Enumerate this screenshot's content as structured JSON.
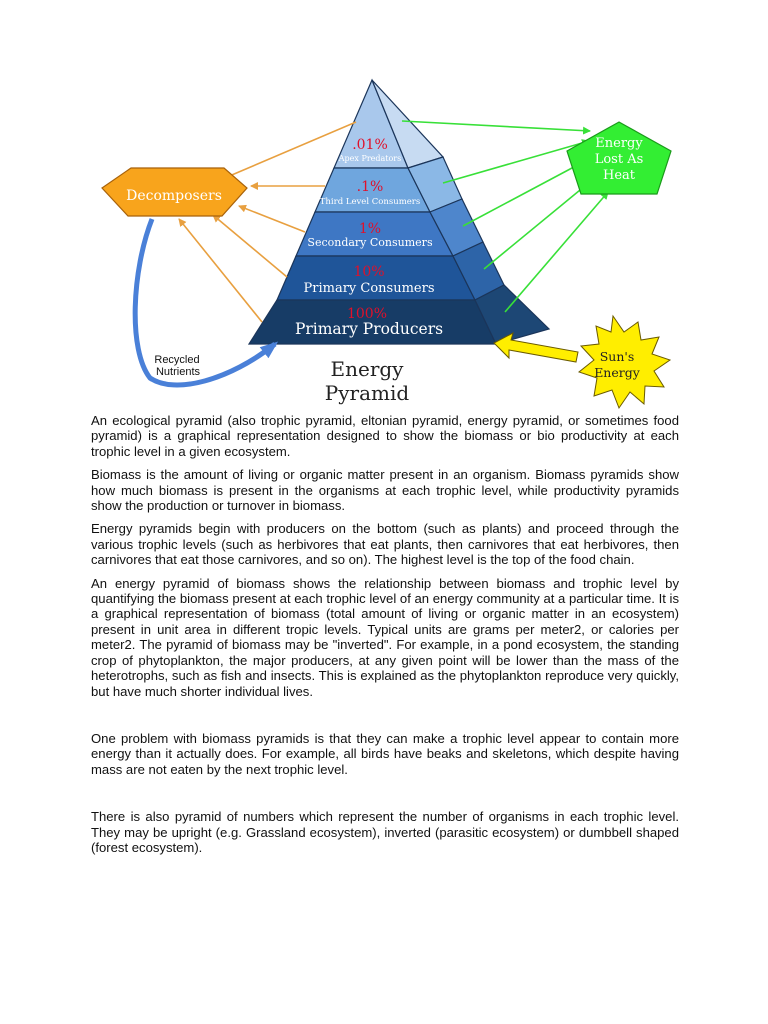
{
  "diagram": {
    "title_line1": "Energy",
    "title_line2": "Pyramid",
    "decomposers": "Decomposers",
    "heat_line1": "Energy",
    "heat_line2": "Lost As",
    "heat_line3": "Heat",
    "sun_line1": "Sun's",
    "sun_line2": "Energy",
    "recycled_line1": "Recycled",
    "recycled_line2": "Nutrients",
    "levels": [
      {
        "percent": ".01%",
        "label": "Apex Predators"
      },
      {
        "percent": ".1%",
        "label": "Third Level Consumers"
      },
      {
        "percent": "1%",
        "label": "Secondary Consumers"
      },
      {
        "percent": "10%",
        "label": "Primary Consumers"
      },
      {
        "percent": "100%",
        "label": "Primary Producers"
      }
    ],
    "colors": {
      "pyramid_levels": [
        "#a9c8ec",
        "#6fa6de",
        "#3e77c4",
        "#1f5599",
        "#173c66"
      ],
      "pyramid_side": [
        "#c7dbf2",
        "#8bb8e6",
        "#4e86cc",
        "#2d64a8",
        "#1d4775"
      ],
      "percent_red": "#e0102a",
      "decomposers_fill": "#f8a41c",
      "heat_fill": "#33ee33",
      "sun_fill": "#ffee00",
      "orange_arrow": "#e8a040",
      "green_arrow": "#38e038",
      "blue_arrow": "#4a80d8"
    }
  },
  "paragraphs": [
    "An ecological pyramid (also trophic pyramid, eltonian pyramid, energy pyramid, or sometimes food pyramid) is a graphical representation designed to show the biomass or bio productivity at each trophic level in a given ecosystem.",
    "Biomass is the amount of living or organic matter present in an organism. Biomass pyramids show how much biomass is present in the organisms at each trophic level, while productivity pyramids show the production or turnover in biomass.",
    "Energy pyramids begin with producers on the bottom (such as plants) and proceed through the various trophic levels (such as herbivores that eat plants, then carnivores that eat herbivores, then carnivores that eat those carnivores, and so on). The highest level is the top of the food chain.",
    "An energy pyramid of biomass shows the relationship between biomass and trophic level by quantifying the biomass present at each trophic level of an energy community at a particular time. It is a graphical representation of biomass (total amount of living or organic matter in an ecosystem) present in unit area in different tropic levels. Typical units are grams per meter2, or calories per meter2. The pyramid of biomass may be \"inverted\". For example, in a pond ecosystem, the standing crop of phytoplankton, the major producers, at any given point will be lower than the mass of the heterotrophs, such as fish and insects. This is explained as the phytoplankton reproduce very quickly, but have much shorter individual lives.",
    "One problem with biomass pyramids is that they can make a trophic level appear to contain more energy than it actually does. For example, all birds have beaks and skeletons, which despite having mass are not eaten by the next trophic level.",
    "There is also pyramid of numbers which represent the number of organisms in each trophic level. They may be upright (e.g. Grassland ecosystem), inverted (parasitic ecosystem) or dumbbell shaped (forest ecosystem)."
  ]
}
